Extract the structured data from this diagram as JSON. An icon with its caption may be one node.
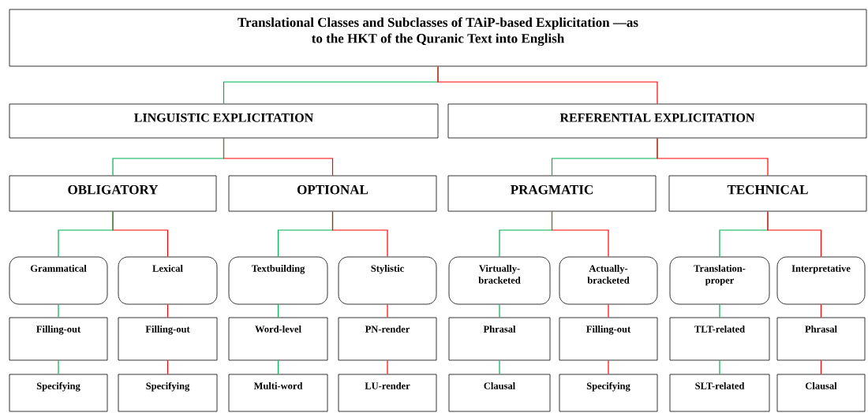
{
  "diagram": {
    "nodes": [
      {
        "text": [
          "Translational Classes and Subclasses of TAiP-based Explicitation —as to the HKT of the Quranic Text into English"
        ]
      },
      {
        "text": [
          "LINGUISTIC EXPLICITATION"
        ]
      },
      {
        "text": [
          "REFERENTIAL EXPLICITATION"
        ]
      },
      {
        "text": [
          "OBLIGATORY"
        ]
      },
      {
        "text": [
          "OPTIONAL"
        ]
      },
      {
        "text": [
          "PRAGMATIC"
        ]
      },
      {
        "text": [
          "TECHNICAL"
        ]
      },
      {
        "text": [
          "Grammatical"
        ]
      },
      {
        "text": [
          "Lexical"
        ]
      },
      {
        "text": [
          "Textbuilding"
        ]
      },
      {
        "text": [
          "Stylistic"
        ]
      },
      {
        "text": [
          "Virtually-bracketed"
        ]
      },
      {
        "text": [
          "Actually-bracketed"
        ]
      },
      {
        "text": [
          "Translation-proper"
        ]
      },
      {
        "text": [
          "Interpretative"
        ]
      },
      {
        "text": [
          "Filling-out"
        ]
      },
      {
        "text": [
          "Filling-out"
        ]
      },
      {
        "text": [
          "Word-level"
        ]
      },
      {
        "text": [
          "PN-render"
        ]
      },
      {
        "text": [
          "Phrasal"
        ]
      },
      {
        "text": [
          "Filling-out"
        ]
      },
      {
        "text": [
          "TLT-related"
        ]
      },
      {
        "text": [
          "Phrasal"
        ]
      },
      {
        "text": [
          "Specifying"
        ]
      },
      {
        "text": [
          "Specifying"
        ]
      },
      {
        "text": [
          "Multi-word"
        ]
      },
      {
        "text": [
          "LU-render"
        ]
      },
      {
        "text": [
          "Clausal"
        ]
      },
      {
        "text": [
          "Specifying"
        ]
      },
      {
        "text": [
          "SLT-related"
        ]
      },
      {
        "text": [
          "Clausal"
        ]
      }
    ],
    "edges": [
      {
        "from": 0,
        "to": 1,
        "arrow": "none",
        "color": "#00b050"
      },
      {
        "from": 0,
        "to": 2,
        "arrow": "none",
        "color": "#ff0000"
      },
      {
        "from": 1,
        "to": 3,
        "arrow": "none",
        "color": "#00b050"
      },
      {
        "from": 1,
        "to": 4,
        "arrow": "none",
        "color": "#ff0000"
      },
      {
        "from": 2,
        "to": 5,
        "arrow": "none",
        "color": "#00b050"
      },
      {
        "from": 2,
        "to": 6,
        "arrow": "none",
        "color": "#ff0000"
      },
      {
        "from": 3,
        "to": 7,
        "arrow": "none",
        "color": "#00b050"
      },
      {
        "from": 3,
        "to": 8,
        "arrow": "none",
        "color": "#ff0000"
      },
      {
        "from": 4,
        "to": 9,
        "arrow": "none",
        "color": "#00b050"
      },
      {
        "from": 4,
        "to": 10,
        "arrow": "none",
        "color": "#ff0000"
      },
      {
        "from": 5,
        "to": 11,
        "arrow": "none",
        "color": "#00b050"
      },
      {
        "from": 5,
        "to": 12,
        "arrow": "none",
        "color": "#ff0000"
      },
      {
        "from": 6,
        "to": 13,
        "arrow": "none",
        "color": "#00b050"
      },
      {
        "from": 6,
        "to": 14,
        "arrow": "none",
        "color": "#ff0000"
      },
      {
        "from": 7,
        "to": 15,
        "arrow": "none",
        "color": "#00b050"
      },
      {
        "from": 8,
        "to": 16,
        "arrow": "none",
        "color": "#ff0000"
      },
      {
        "from": 9,
        "to": 17,
        "arrow": "none",
        "color": "#00b050"
      },
      {
        "from": 10,
        "to": 18,
        "arrow": "none",
        "color": "#ff0000"
      },
      {
        "from": 11,
        "to": 19,
        "arrow": "none",
        "color": "#00b050"
      },
      {
        "from": 12,
        "to": 20,
        "arrow": "none",
        "color": "#ff0000"
      },
      {
        "from": 13,
        "to": 21,
        "arrow": "none",
        "color": "#00b050"
      },
      {
        "from": 14,
        "to": 22,
        "arrow": "none",
        "color": "#ff0000"
      },
      {
        "from": 15,
        "to": 23,
        "arrow": "none",
        "color": "#00b050"
      },
      {
        "from": 16,
        "to": 24,
        "arrow": "none",
        "color": "#ff0000"
      },
      {
        "from": 17,
        "to": 25,
        "arrow": "none",
        "color": "#00b050"
      },
      {
        "from": 18,
        "to": 26,
        "arrow": "none",
        "color": "#ff0000"
      },
      {
        "from": 19,
        "to": 27,
        "arrow": "none",
        "color": "#00b050"
      },
      {
        "from": 20,
        "to": 28,
        "arrow": "none",
        "color": "#ff0000"
      },
      {
        "from": 21,
        "to": 29,
        "arrow": "none",
        "color": "#00b050"
      },
      {
        "from": 22,
        "to": 30,
        "arrow": "none",
        "color": "#ff0000"
      }
    ]
  }
}
